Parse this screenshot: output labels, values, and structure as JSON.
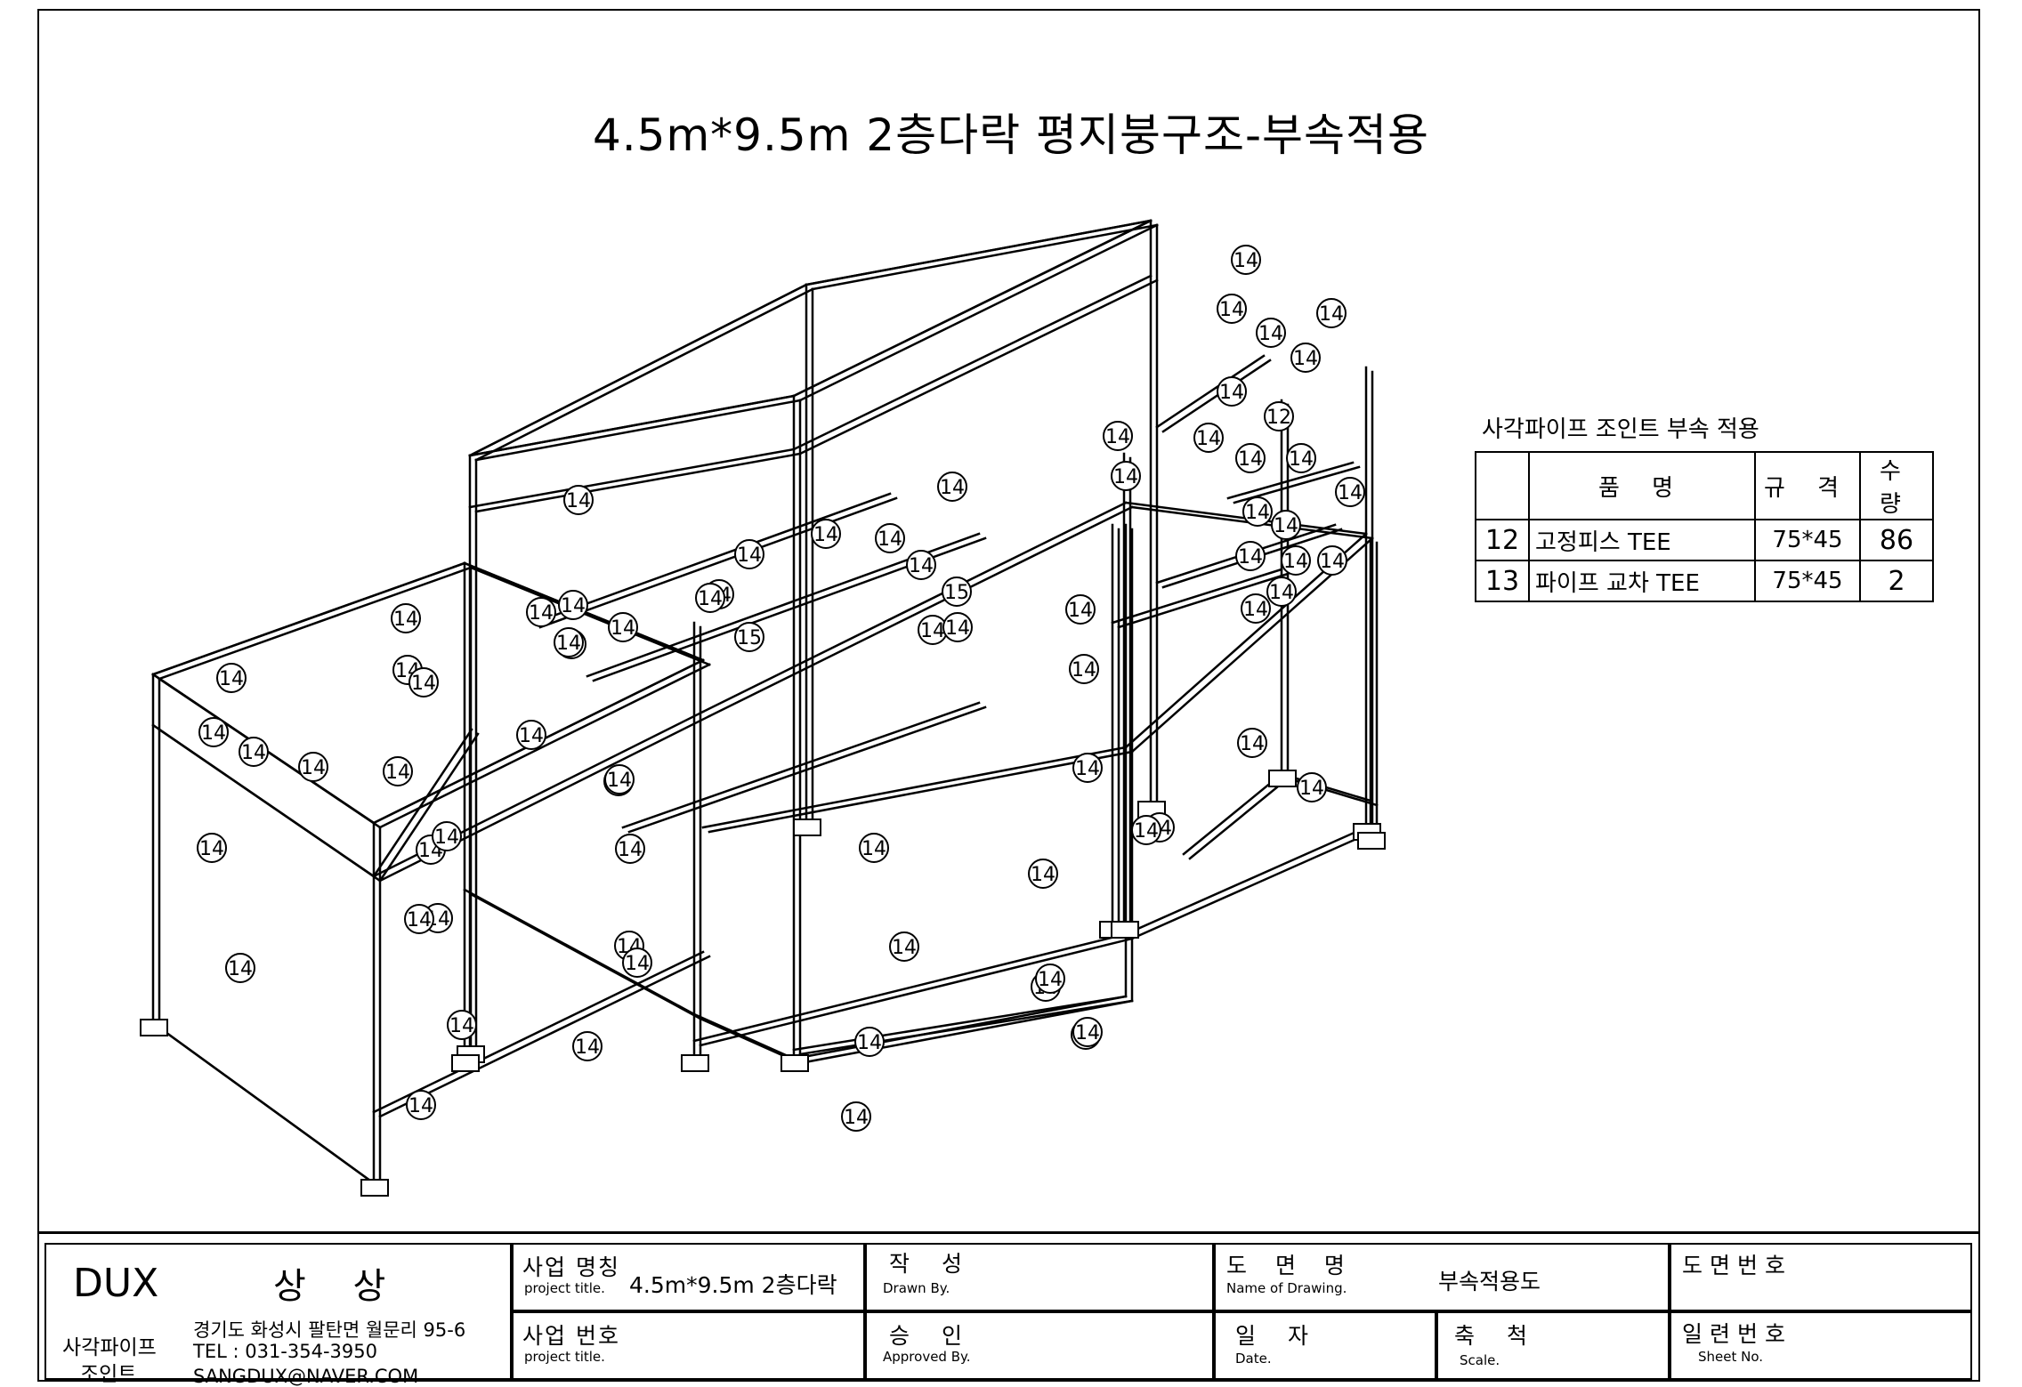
{
  "title": "4.5m*9.5m 2층다락 평지붕구조-부속적용",
  "callouts": {
    "main": "14",
    "alt1": "15",
    "alt2": "12"
  },
  "parts_table": {
    "title": "사각파이프 조인트 부속 적용",
    "headers": {
      "name": "품 명",
      "size": "규 격",
      "qty": "수 량"
    },
    "rows": [
      {
        "no": "12",
        "name": "고정피스 TEE",
        "size": "75*45",
        "qty": "86"
      },
      {
        "no": "13",
        "name": "파이프 교차 TEE",
        "size": "75*45",
        "qty": "2"
      }
    ]
  },
  "title_block": {
    "company": "DUX",
    "company_name": "상 상",
    "company_desc1": "사각파이프",
    "company_desc2": "조인트",
    "address": "경기도 화성시 팔탄면 월문리 95-6",
    "tel": "TEL : 031-354-3950",
    "email": "SANGDUX@NAVER.COM",
    "project_name_label": "사업 명칭",
    "project_name_sub": "project title.",
    "project_name_value": "4.5m*9.5m 2층다락",
    "project_no_label": "사업 번호",
    "project_no_sub": "project title.",
    "drawn_label": "작 성",
    "drawn_sub": "Drawn By.",
    "approved_label": "승 인",
    "approved_sub": "Approved By.",
    "drawing_name_label": "도 면 명",
    "drawing_name_sub": "Name of Drawing.",
    "drawing_name_value": "부속적용도",
    "date_label": "일 자",
    "date_sub": "Date.",
    "scale_label": "축 척",
    "scale_sub": "Scale.",
    "drawing_no_label": "도면번호",
    "sheet_no_label": "일련번호",
    "sheet_no_sub": "Sheet No."
  }
}
